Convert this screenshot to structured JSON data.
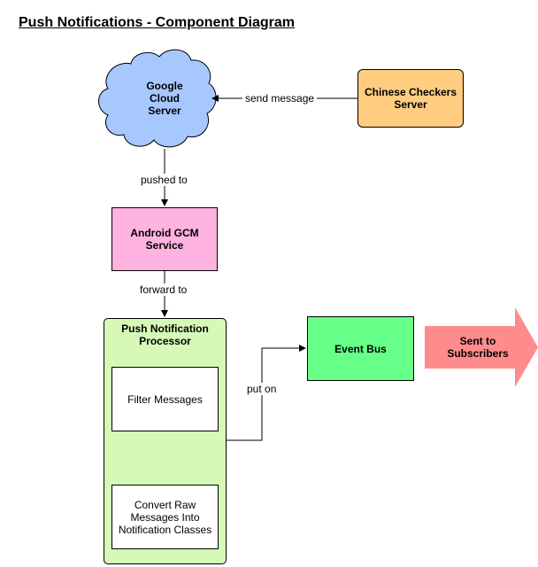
{
  "title": "Push Notifications - Component Diagram",
  "nodes": {
    "google_cloud": "Google\nCloud\nServer",
    "checkers_server": "Chinese Checkers\nServer",
    "android_gcm": "Android GCM\nService",
    "processor": "Push Notification\nProcessor",
    "filter": "Filter Messages",
    "convert": "Convert Raw\nMessages Into\nNotification Classes",
    "event_bus": "Event Bus",
    "subscribers": "Sent to\nSubscribers"
  },
  "edges": {
    "send_message": "send message",
    "pushed_to": "pushed to",
    "forward_to": "forward to",
    "put_on": "put on"
  },
  "colors": {
    "cloud": "#a7c7ff",
    "checkers": "#ffcc80",
    "android": "#ffb3e0",
    "processor": "#d6f9b8",
    "event_bus": "#66ff88",
    "arrow": "#ff8c8c"
  }
}
